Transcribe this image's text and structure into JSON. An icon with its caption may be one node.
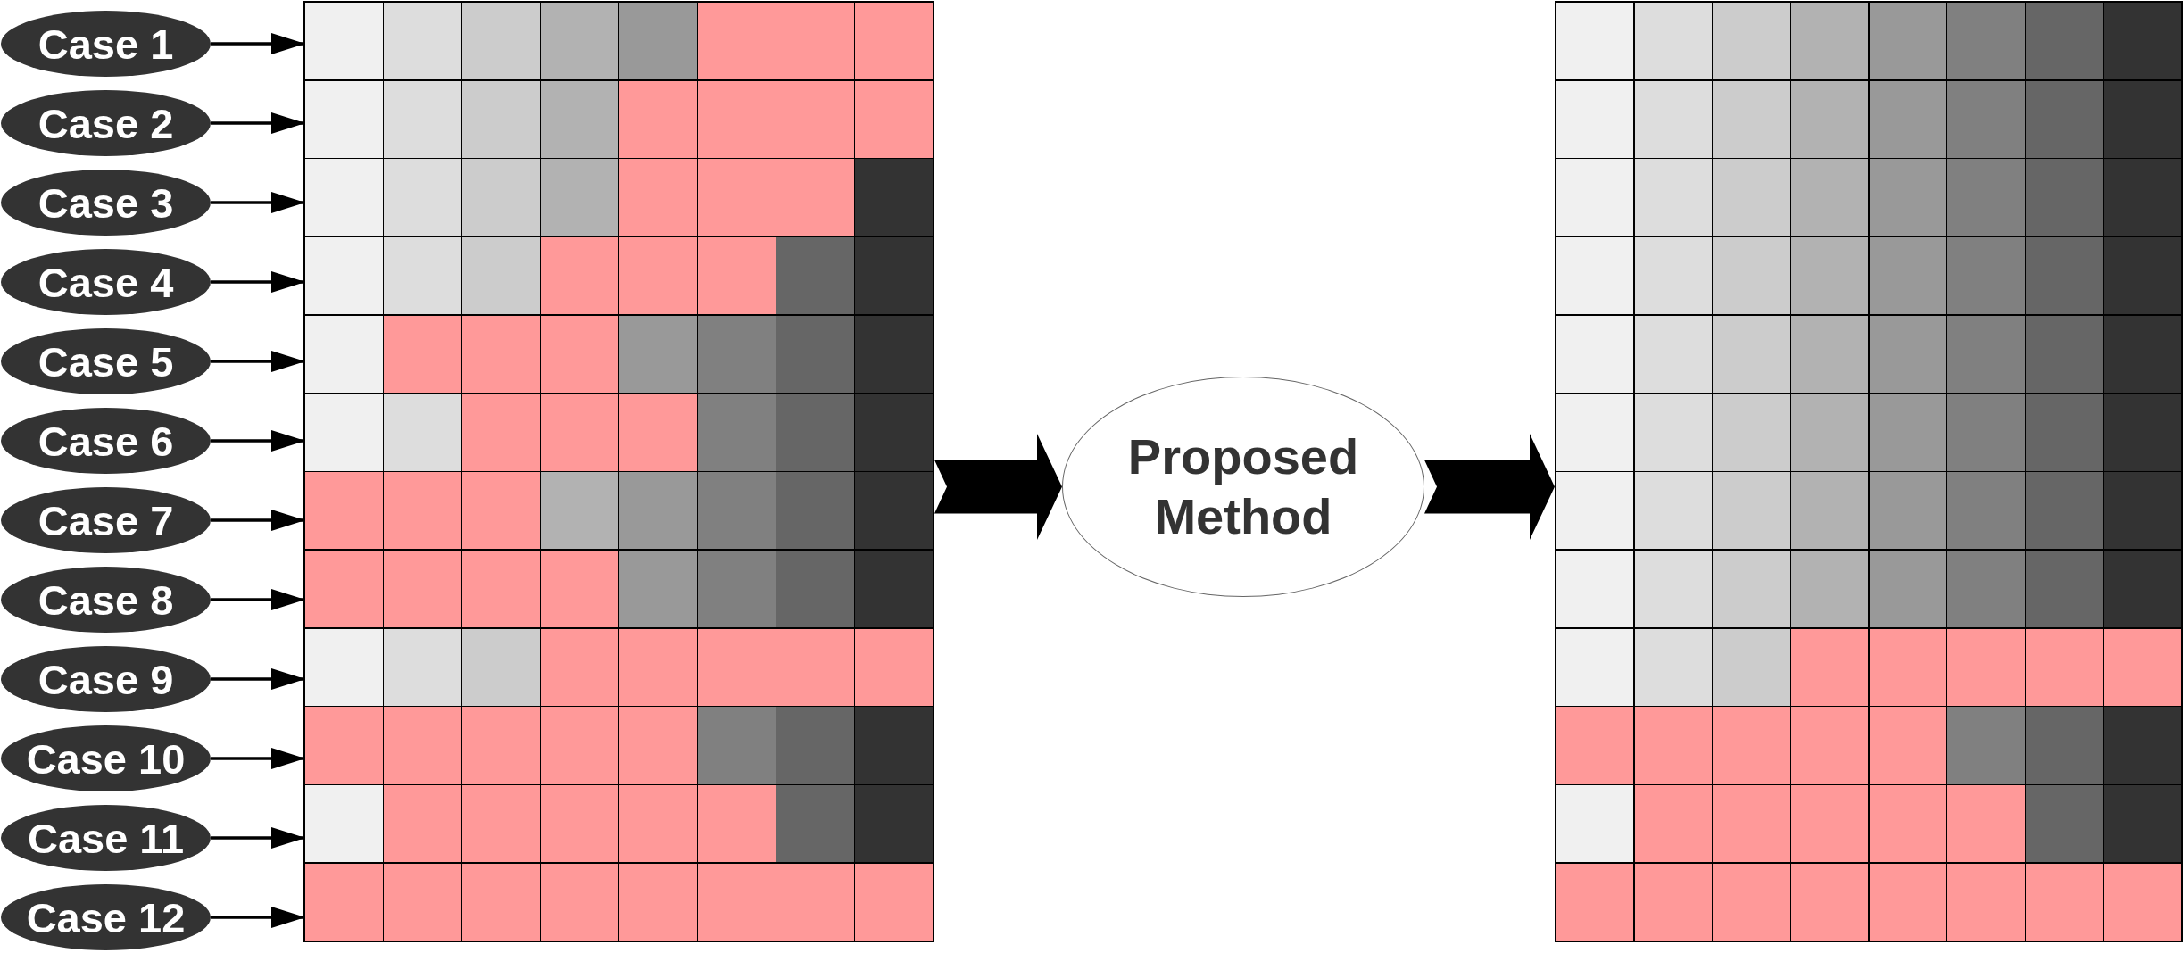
{
  "diagram": {
    "nodes": [
      {
        "text": [
          "Case 1"
        ]
      },
      {
        "text": [
          "Case 2"
        ]
      },
      {
        "text": [
          "Case 3"
        ]
      },
      {
        "text": [
          "Case 4"
        ]
      },
      {
        "text": [
          "Case 5"
        ]
      },
      {
        "text": [
          "Case 6"
        ]
      },
      {
        "text": [
          "Case 7"
        ]
      },
      {
        "text": [
          "Case 8"
        ]
      },
      {
        "text": [
          "Case 9"
        ]
      },
      {
        "text": [
          "Case 10"
        ]
      },
      {
        "text": [
          "Case 11"
        ]
      },
      {
        "text": [
          "Case 12"
        ]
      },
      {
        "text": [],
        "shape": "grid"
      },
      {
        "text": [],
        "shape": "bar",
        "in": 12
      },
      {
        "text": [],
        "shape": "bar",
        "in": 12
      },
      {
        "text": [],
        "shape": "bar",
        "in": 12
      },
      {
        "text": [],
        "shape": "bar",
        "in": 12
      },
      {
        "text": [],
        "shape": "bar",
        "in": 12
      },
      {
        "text": [],
        "shape": "bar",
        "in": 12
      },
      {
        "text": [],
        "shape": "bar",
        "in": 12
      },
      {
        "text": [],
        "shape": "bar",
        "in": 12
      },
      {
        "text": [],
        "shape": "bar",
        "in": 12
      },
      {
        "text": [],
        "shape": "bar",
        "in": 12
      },
      {
        "text": [],
        "shape": "bar",
        "in": 12
      },
      {
        "text": [],
        "shape": "bar",
        "in": 12
      },
      {
        "text": [
          "Proposed Method"
        ]
      },
      {
        "text": [],
        "shape": "grid"
      }
    ],
    "edges": [
      {
        "from": 0,
        "to": 13,
        "arrow": "to"
      },
      {
        "from": 1,
        "to": 14,
        "arrow": "to"
      },
      {
        "from": 2,
        "to": 15,
        "arrow": "to"
      },
      {
        "from": 3,
        "to": 16,
        "arrow": "to"
      },
      {
        "from": 4,
        "to": 17,
        "arrow": "to"
      },
      {
        "from": 5,
        "to": 18,
        "arrow": "to"
      },
      {
        "from": 6,
        "to": 19,
        "arrow": "to"
      },
      {
        "from": 7,
        "to": 20,
        "arrow": "to"
      },
      {
        "from": 8,
        "to": 21,
        "arrow": "to"
      },
      {
        "from": 9,
        "to": 22,
        "arrow": "to"
      },
      {
        "from": 10,
        "to": 23,
        "arrow": "to"
      },
      {
        "from": 11,
        "to": 24,
        "arrow": "to"
      },
      {
        "from": 12,
        "to": 25,
        "arrow": "to",
        "style": "thick"
      },
      {
        "from": 25,
        "to": 26,
        "arrow": "to",
        "style": "thick"
      }
    ]
  }
}
